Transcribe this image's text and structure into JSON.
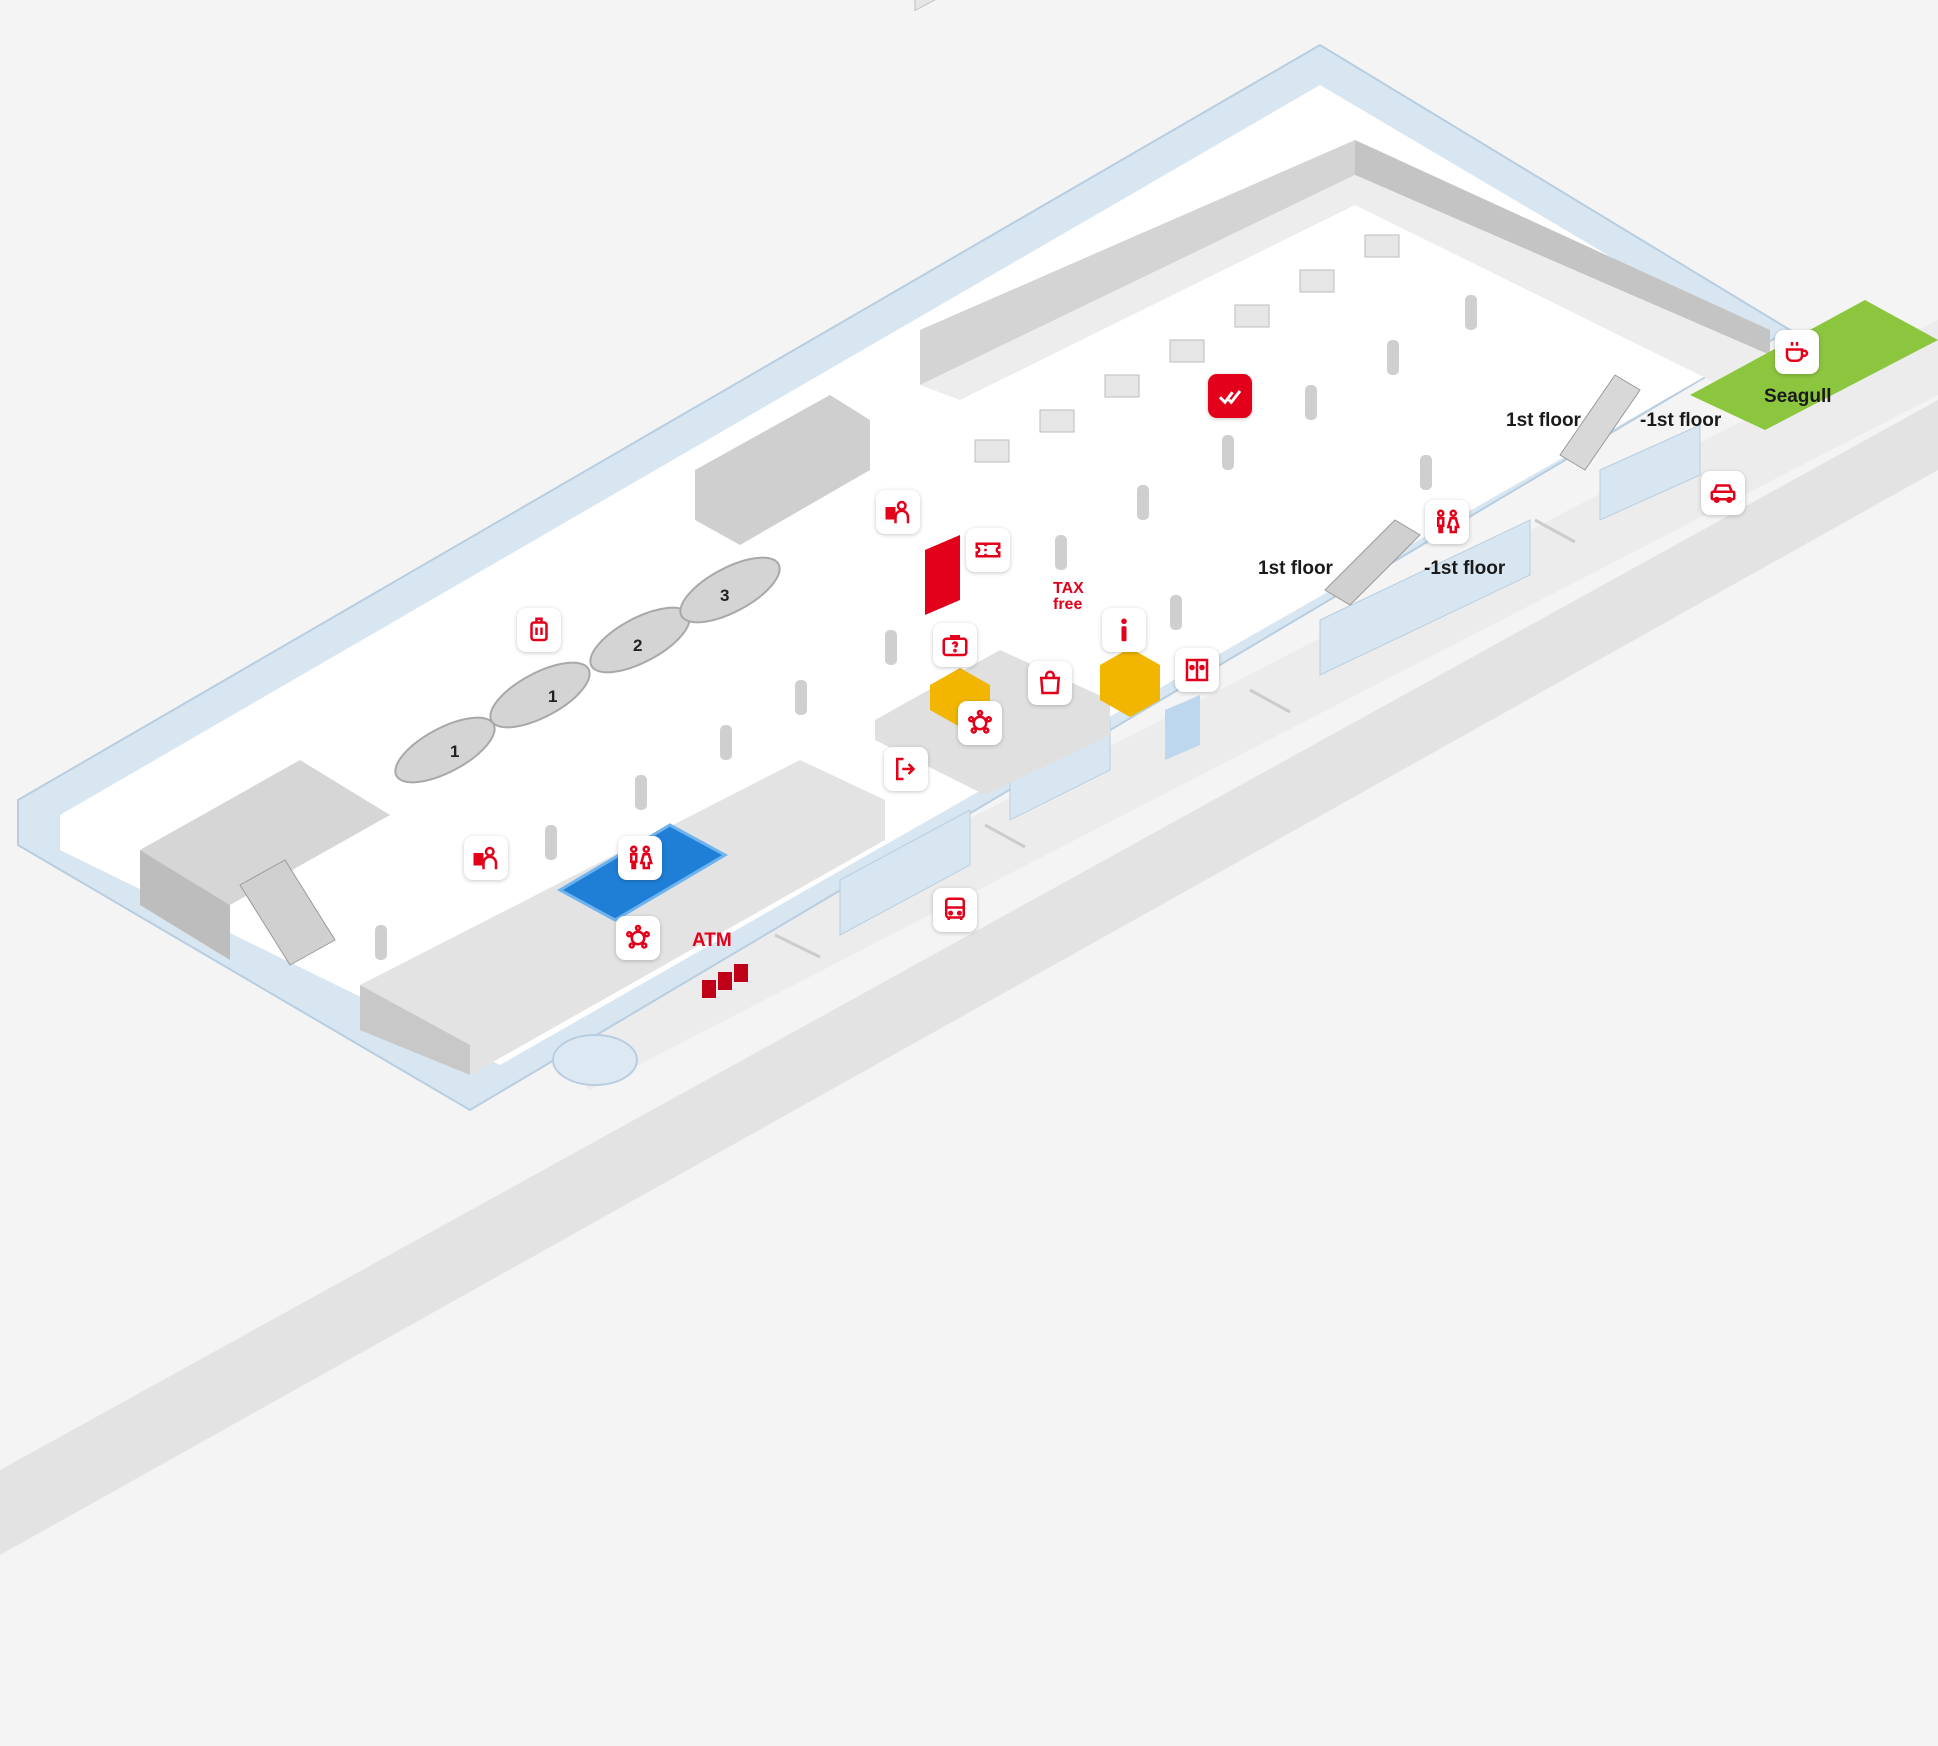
{
  "map": {
    "floor_labels": {
      "stairs_up": "1st floor",
      "stairs_down": "-1st floor",
      "escalator_up": "1st floor",
      "escalator_down": "-1st floor"
    },
    "places": {
      "cafe": "Seagull",
      "tax_free_line1": "TAX",
      "tax_free_line2": "free",
      "atm": "ATM"
    },
    "check_in_sign": "CHECK-IN",
    "carousels": [
      "1",
      "1",
      "2",
      "3"
    ],
    "icons": [
      "cafe-icon",
      "taxi-icon",
      "check-in-icon",
      "passport-control-icon",
      "ticket-icon",
      "info-icon",
      "lost-luggage-icon",
      "shopping-icon",
      "elevator-icon",
      "restroom-icon",
      "baggage-icon",
      "meeting-point-icon",
      "exit-icon",
      "bus-icon"
    ],
    "colors": {
      "accent_red": "#e2001a",
      "glass": "#cfe0ee",
      "wall": "#c9c9c9",
      "floor": "#ffffff",
      "yellow_counter": "#f2b600",
      "blue_pool": "#1f7fd6",
      "terrace_green": "#8cc63f"
    }
  }
}
